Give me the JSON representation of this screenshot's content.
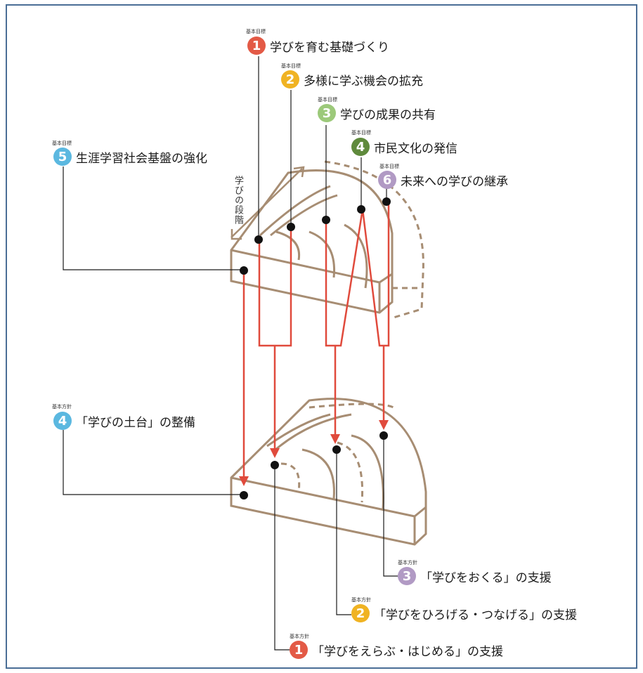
{
  "goal_tag": "基本目標",
  "policy_tag": "基本方針",
  "stage_label": "学びの段階",
  "goals": [
    {
      "num": "1",
      "title": "学びを育む基礎づくり",
      "color": "#e35a46"
    },
    {
      "num": "2",
      "title": "多様に学ぶ機会の拡充",
      "color": "#f0b323"
    },
    {
      "num": "3",
      "title": "学びの成果の共有",
      "color": "#9cc97a"
    },
    {
      "num": "4",
      "title": "市民文化の発信",
      "color": "#5f8a3c"
    },
    {
      "num": "5",
      "title": "生涯学習社会基盤の強化",
      "color": "#5bb8e0"
    },
    {
      "num": "6",
      "title": "未来への学びの継承",
      "color": "#b19ac4"
    }
  ],
  "policies": [
    {
      "num": "4",
      "title": "「学びの土台」の整備",
      "color": "#5bb8e0"
    },
    {
      "num": "3",
      "title": "「学びをおくる」の支援",
      "color": "#b19ac4"
    },
    {
      "num": "2",
      "title": "「学びをひろげる・つなげる」の支援",
      "color": "#f0b323"
    },
    {
      "num": "1",
      "title": "「学びをえらぶ・はじめる」の支援",
      "color": "#e35a46"
    }
  ],
  "colors": {
    "wood": "#a78d73",
    "arrow": "#e04a3c",
    "line": "#1a1a1a",
    "frame": "#4a6e96"
  }
}
